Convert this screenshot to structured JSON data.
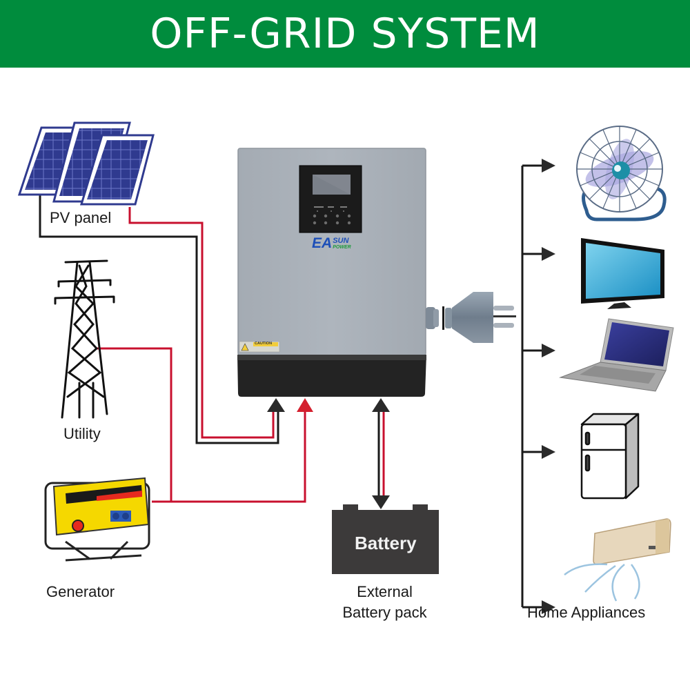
{
  "title": "OFF-GRID SYSTEM",
  "colors": {
    "banner": "#008c3d",
    "ac_wire": "#c8102e",
    "dc_wire": "#1a1a1a",
    "inverter_body": "#a9b0b8",
    "inverter_base": "#2a2a2a",
    "battery": "#3c3a3a"
  },
  "inverter": {
    "brand_main": "EA",
    "brand_sun": "SUN",
    "brand_power": "POWER",
    "caution_label": "CAUTION"
  },
  "sources": [
    {
      "id": "pv",
      "label": "PV panel",
      "icon": "solar-panel-icon"
    },
    {
      "id": "utility",
      "label": "Utility",
      "icon": "power-tower-icon"
    },
    {
      "id": "generator",
      "label": "Generator",
      "icon": "generator-icon"
    }
  ],
  "storage": {
    "battery_text": "Battery",
    "label_line1": "External",
    "label_line2": "Battery pack",
    "icon": "battery-icon"
  },
  "loads": {
    "label": "Home Appliances",
    "items": [
      {
        "name": "fan",
        "icon": "fan-icon"
      },
      {
        "name": "tv",
        "icon": "tv-icon"
      },
      {
        "name": "laptop",
        "icon": "laptop-icon"
      },
      {
        "name": "refrigerator",
        "icon": "refrigerator-icon"
      },
      {
        "name": "air-conditioner",
        "icon": "air-conditioner-icon"
      }
    ]
  }
}
